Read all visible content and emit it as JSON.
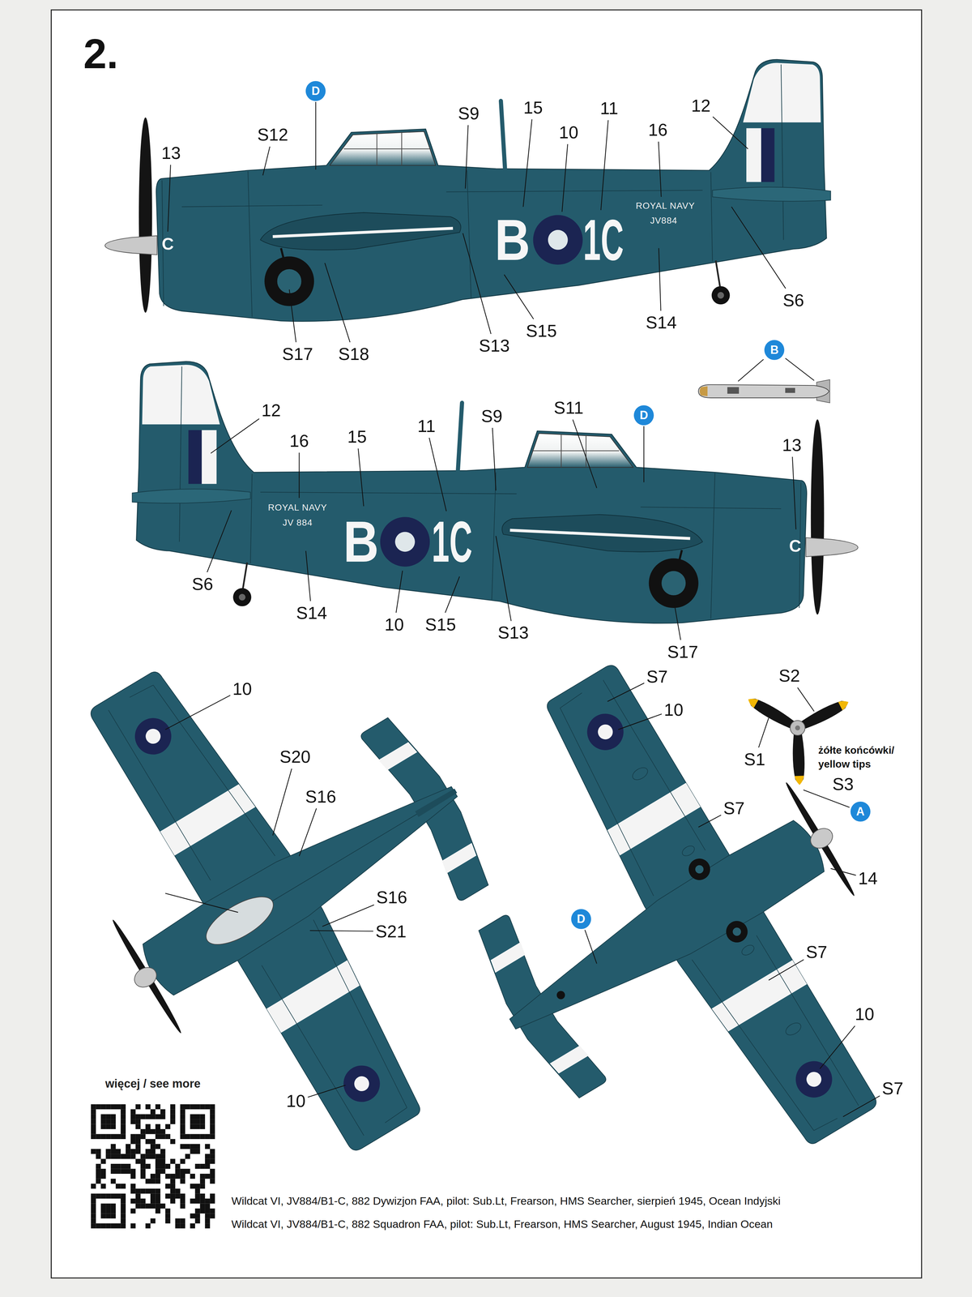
{
  "diagram": {
    "title": "2.",
    "caption": "Wildcat VI, JV884/B1-C, 882 Dywizjon FAA, pilot: Sub.Lt, Frearson, HMS Searcher, sierpień 1945, Ocean Indyjski",
    "nodes": [
      {
        "text": [
          "D"
        ]
      },
      {
        "text": [
          "B"
        ]
      },
      {
        "text": [
          "D"
        ]
      },
      {
        "text": [
          "A"
        ]
      },
      {
        "text": [
          "D"
        ]
      }
    ],
    "labels": [
      "S12",
      "13",
      "S9",
      "15",
      "10",
      "11",
      "16",
      "12",
      "S6",
      "S14",
      "S15",
      "S13",
      "S17",
      "S18",
      "C",
      "B",
      "1C",
      "ROYAL NAVY",
      "JV884",
      "12",
      "16",
      "15",
      "11",
      "S9",
      "S11",
      "13",
      "S6",
      "S14",
      "10",
      "S15",
      "S13",
      "S17",
      "C",
      "B",
      "1C",
      "ROYAL NAVY",
      "JV 884",
      "10",
      "S20",
      "S16",
      "S16",
      "S21",
      "10",
      "S7",
      "10",
      "S7",
      "14",
      "S7",
      "10",
      "S7",
      "S2",
      "S1",
      "żółte końcówki/",
      "yellow tips",
      "S3",
      "więcej / see more",
      "Wildcat VI, JV884/B1-C, 882 Squadron FAA, pilot: Sub.Lt, Frearson, HMS Searcher, August 1945, Indian Ocean"
    ]
  }
}
